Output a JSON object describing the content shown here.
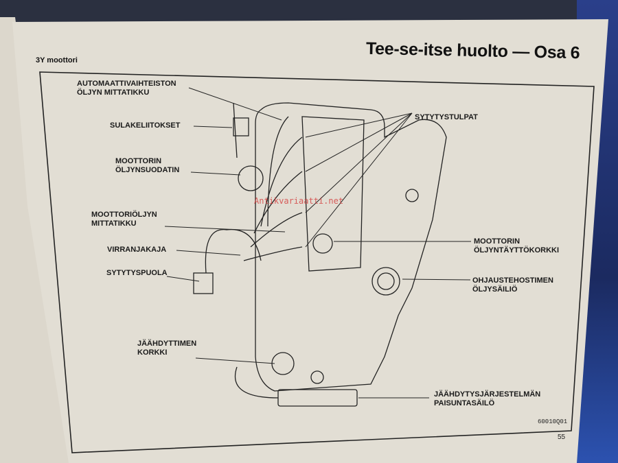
{
  "header": {
    "section": "3Y moottori",
    "title": "Tee-se-itse huolto — Osa 6"
  },
  "labels": {
    "at_dipstick": [
      "AUTOMAATTIVAIHTEISTON",
      "ÖLJYN MITTATIKKU"
    ],
    "fuses": [
      "SULAKELIITOKSET"
    ],
    "oil_filter": [
      "MOOTTORIN",
      "ÖLJYNSUODATIN"
    ],
    "oil_dipstick": [
      "MOOTTORIÖLJYN",
      "MITTATIKKU"
    ],
    "distributor": [
      "VIRRANJAKAJA"
    ],
    "ignition_coil": [
      "SYTYTYSPUOLA"
    ],
    "radiator_cap": [
      "JÄÄHDYTTIMEN",
      "KORKKI"
    ],
    "spark_plugs": [
      "SYTYTYSTULPAT"
    ],
    "oil_filler_cap": [
      "MOOTTORIN",
      "ÖLJYNTÄYTTÖKORKKI"
    ],
    "ps_reservoir": [
      "OHJAUSTEHOSTIMEN",
      "ÖLJYSÄILIÖ"
    ],
    "coolant_tank": [
      "JÄÄHDYTYSJÄRJESTELMÄN",
      "PAISUNTASÄILÖ"
    ]
  },
  "figure_code": "60010Q01",
  "page_number": "55",
  "watermark": "Antikvariaatti.net"
}
